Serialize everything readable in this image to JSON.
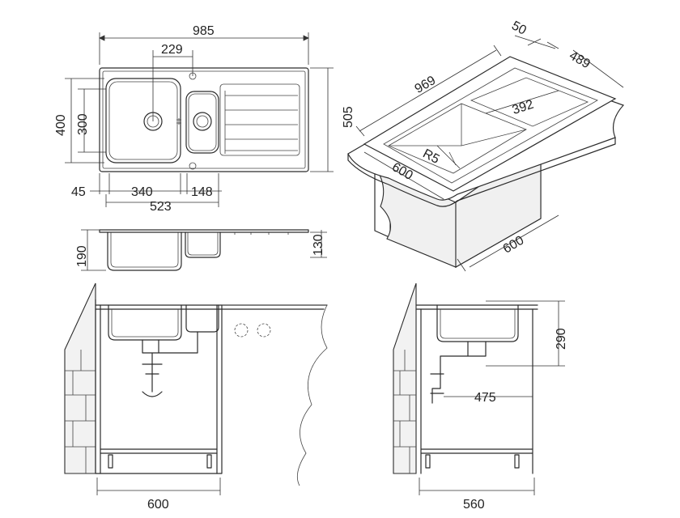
{
  "views": {
    "top": {
      "overall_width": "985",
      "bowl_center_offset": "229",
      "overall_depth": "505",
      "bowl_depth": "400",
      "bowl_inner_depth": "300",
      "left_margin": "45",
      "bowl_width": "340",
      "prep_bowl_width": "148",
      "bowls_total": "523"
    },
    "side": {
      "bowl_height": "190",
      "prep_height": "130"
    },
    "iso": {
      "rim": "50",
      "length": "969",
      "width": "489",
      "bowl_span": "392",
      "radius": "R5",
      "cabinet_front": "600",
      "cabinet_side": "600"
    },
    "front_install": {
      "cabinet_width": "600"
    },
    "side_install": {
      "depth_below": "290",
      "drain_distance": "475",
      "cabinet_depth": "560"
    }
  }
}
